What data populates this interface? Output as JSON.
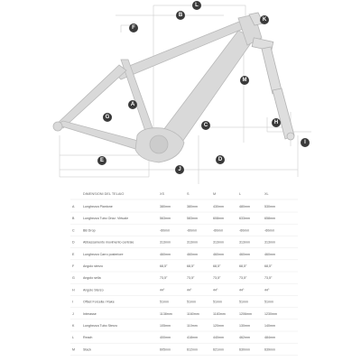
{
  "markers": [
    {
      "letter": "L"
    },
    {
      "letter": "B"
    },
    {
      "letter": "K"
    },
    {
      "letter": "F"
    },
    {
      "letter": "M"
    },
    {
      "letter": "G"
    },
    {
      "letter": "H"
    },
    {
      "letter": "A"
    },
    {
      "letter": "C"
    },
    {
      "letter": "I"
    },
    {
      "letter": "E"
    },
    {
      "letter": "D"
    },
    {
      "letter": "J"
    }
  ],
  "table": {
    "title": "DIMENSIONI DEL TELAIO",
    "sizes": [
      "XS",
      "S",
      "M",
      "L",
      "XL"
    ],
    "rows": [
      {
        "letter": "A",
        "label": "Lunghezza Piantone",
        "values": [
          "380mm",
          "380mm",
          "430mm",
          "480mm",
          "530mm"
        ]
      },
      {
        "letter": "B",
        "label": "Lunghezza Tubo Orizz. Virtuale",
        "values": [
          "563mm",
          "583mm",
          "608mm",
          "633mm",
          "658mm"
        ]
      },
      {
        "letter": "C",
        "label": "BB Drop",
        "values": [
          "-60mm",
          "-60mm",
          "-60mm",
          "-60mm",
          "-60mm"
        ]
      },
      {
        "letter": "D",
        "label": "Abbassamento movimento centrale",
        "values": [
          "313mm",
          "313mm",
          "313mm",
          "313mm",
          "313mm"
        ]
      },
      {
        "letter": "E",
        "label": "Lunghezza Carro posteriore",
        "values": [
          "460mm",
          "460mm",
          "460mm",
          "460mm",
          "460mm"
        ]
      },
      {
        "letter": "F",
        "label": "Angolo sterzo",
        "values": [
          "68,5°",
          "68,5°",
          "68,5°",
          "68,5°",
          "68,5°"
        ]
      },
      {
        "letter": "G",
        "label": "Angolo sella",
        "values": [
          "73,5°",
          "73,5°",
          "73,5°",
          "73,5°",
          "73,5°"
        ]
      },
      {
        "letter": "H",
        "label": "Angolo Sterzo",
        "values": [
          "44°",
          "44°",
          "44°",
          "44°",
          "44°"
        ]
      },
      {
        "letter": "I",
        "label": "Offset Forcella / Rake",
        "values": [
          "51mm",
          "51mm",
          "51mm",
          "51mm",
          "51mm"
        ]
      },
      {
        "letter": "J",
        "label": "Interasse",
        "values": [
          "1138mm",
          "1160mm",
          "1183mm",
          "1206mm",
          "1230mm"
        ]
      },
      {
        "letter": "K",
        "label": "Lunghezza Tubo Sterzo",
        "values": [
          "105mm",
          "110mm",
          "120mm",
          "130mm",
          "140mm"
        ]
      },
      {
        "letter": "L",
        "label": "Reach",
        "values": [
          "400mm",
          "418mm",
          "440mm",
          "462mm",
          "484mm"
        ]
      },
      {
        "letter": "M",
        "label": "Stack",
        "values": [
          "605mm",
          "612mm",
          "621mm",
          "630mm",
          "639mm"
        ]
      }
    ]
  },
  "colors": {
    "marker": "#3a3a3a",
    "frame": "#d4d4d4",
    "frame_outline": "#b5b5b5",
    "dim_line": "#bdbdbd",
    "table_line": "#e2e2e2"
  }
}
